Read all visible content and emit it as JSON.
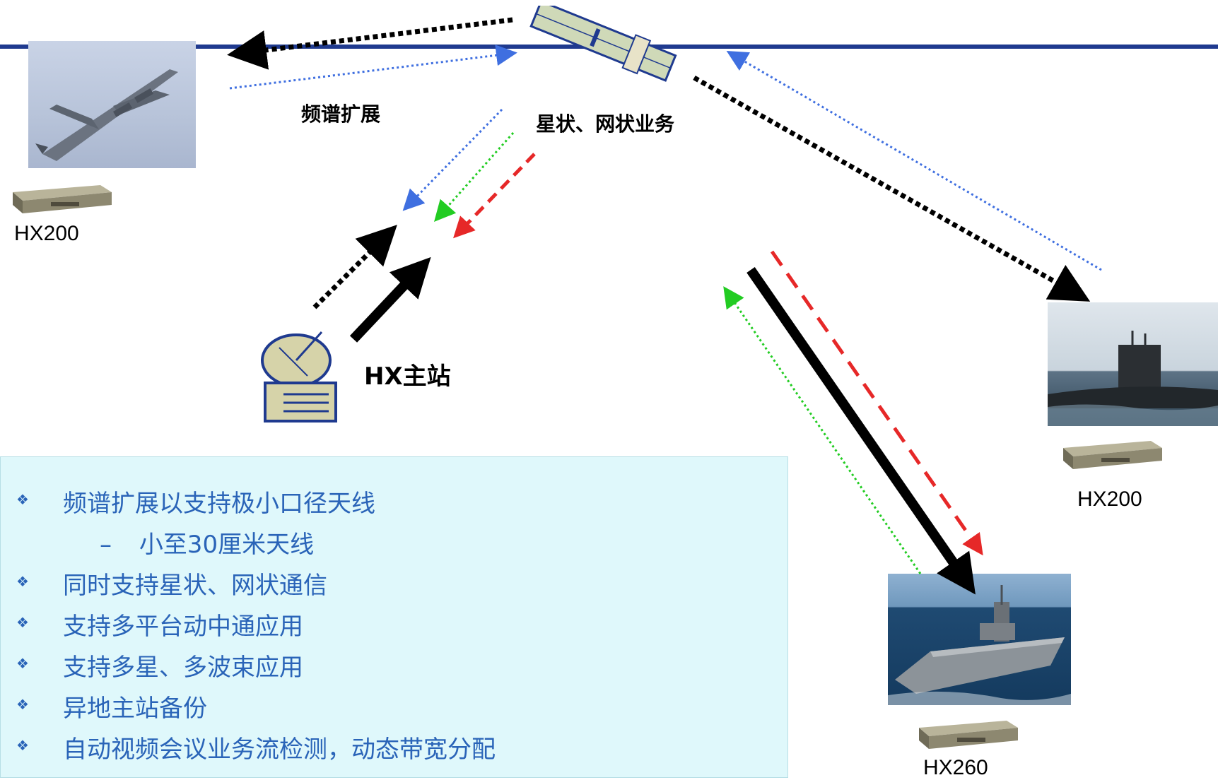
{
  "labels": {
    "spectrum": "频谱扩展",
    "star_mesh": "星状、网状业务",
    "hub": "HX主站",
    "hx200_left": "HX200",
    "hx200_right": "HX200",
    "hx260": "HX260"
  },
  "bullets": [
    {
      "text": "频谱扩展以支持极小口径天线",
      "sub": "小至30厘米天线"
    },
    {
      "text": "同时支持星状、网状通信"
    },
    {
      "text": "支持多平台动中通应用"
    },
    {
      "text": "支持多星、多波束应用"
    },
    {
      "text": "异地主站备份"
    },
    {
      "text": "自动视频会议业务流检测，动态带宽分配"
    }
  ],
  "bullet_marker": "❖",
  "sub_marker": "–",
  "colors": {
    "accent": "#1f3a8f",
    "panel": "#dff8fb",
    "text_blue": "#2a64b8",
    "link_red": "#e62828",
    "link_green": "#22cc22",
    "link_blue": "#3f6fe0"
  },
  "icons": [
    "satellite-icon",
    "aircraft-photo",
    "submarine-photo",
    "warship-photo",
    "dish-antenna-icon",
    "modem-icon"
  ]
}
